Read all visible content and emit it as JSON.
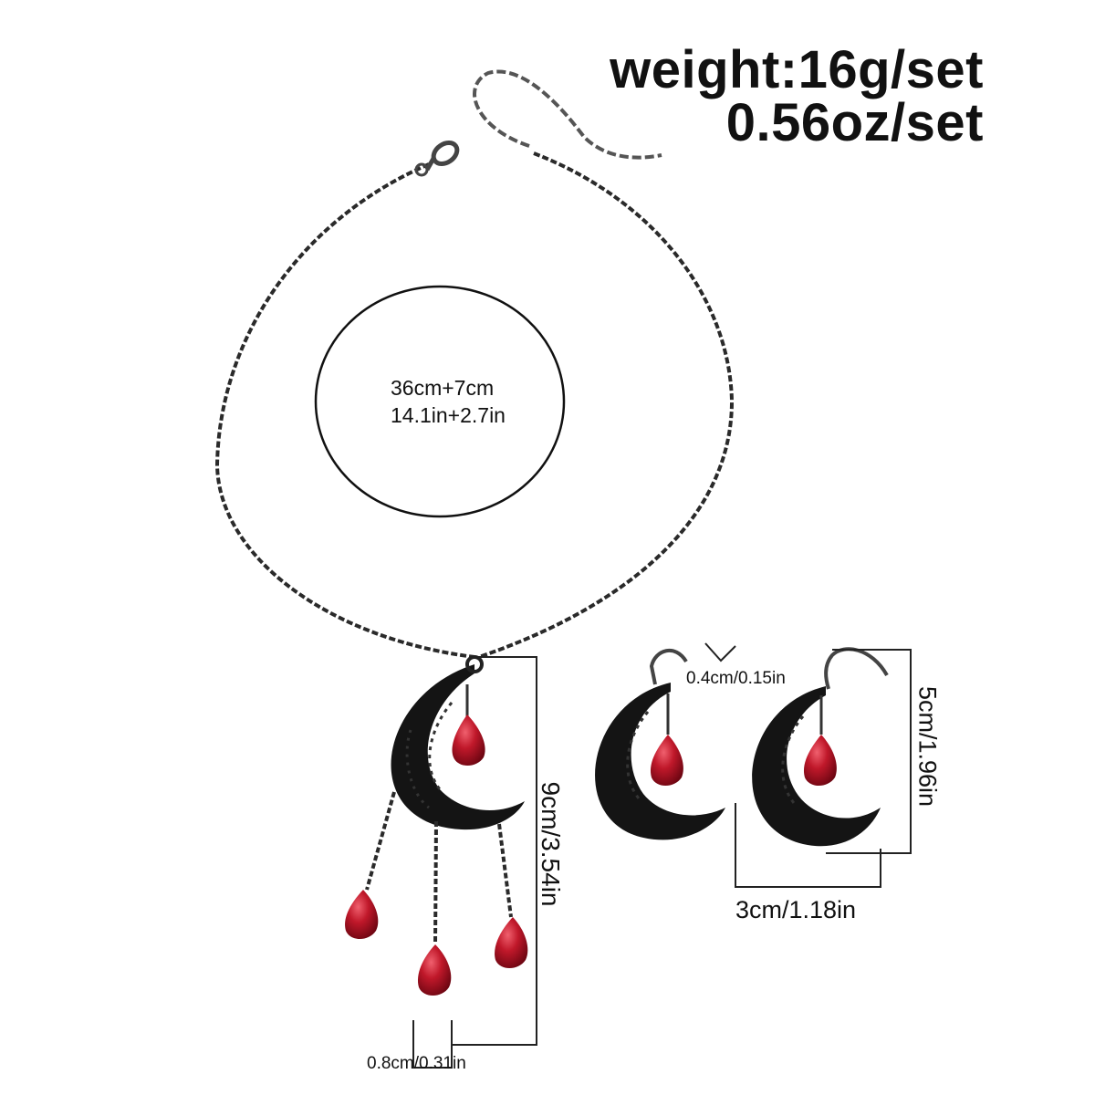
{
  "product": {
    "weight_line_1": "weight:16g/set",
    "weight_line_2": "0.56oz/set",
    "chain_length_cm": "36cm+7cm",
    "chain_length_in": "14.1in+2.7in",
    "pendant_length": "9cm/3.54in",
    "earring_length": "5cm/1.96in",
    "earring_width": "3cm/1.18in",
    "hook_width": "0.4cm/0.15in",
    "bead_width": "0.8cm/0.31in"
  },
  "colors": {
    "background": "#ffffff",
    "chain": "#2a2a2a",
    "moon": "#141414",
    "bead": "#c0182a",
    "bead_highlight": "#f0606e",
    "measure_line": "#222222"
  }
}
